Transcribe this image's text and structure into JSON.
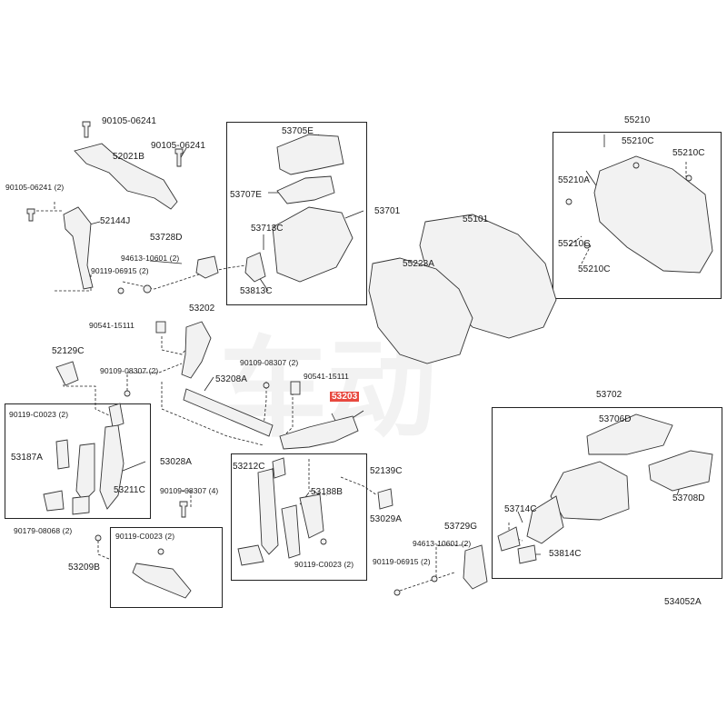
{
  "diagram_code": "534052A",
  "highlight_color": "#e8493f",
  "labels": {
    "l90105a": "90105-06241",
    "l90105b": "90105-06241",
    "l52021b": "52021B",
    "l90105c": "90105-06241 (2)",
    "l52144j": "52144J",
    "l53728d": "53728D",
    "l94613a": "94613-10601 (2)",
    "l90119a": "90119-06915 (2)",
    "l53705e": "53705E",
    "l53707e": "53707E",
    "l53713c": "53713C",
    "l53813c": "53813C",
    "l53701": "53701",
    "l55101": "55101",
    "l55223a": "55223A",
    "l55210": "55210",
    "l55210c1": "55210C",
    "l55210c2": "55210C",
    "l55210a": "55210A",
    "l55210c3": "55210C",
    "l55210c4": "55210C",
    "l53202": "53202",
    "l90541a": "90541-15111",
    "l52129c": "52129C",
    "l90109a": "90109-08307 (2)",
    "l90109b": "90109-08307 (2)",
    "l90541b": "90541-15111",
    "l53208a": "53208A",
    "l53203": "53203",
    "l90119c1": "90119-C0023 (2)",
    "l53187a": "53187A",
    "l53211c": "53211C",
    "l53028a": "53028A",
    "l53212c": "53212C",
    "l52139c": "52139C",
    "l53188b": "53188B",
    "l53029a": "53029A",
    "l90119c2": "90119-C0023 (2)",
    "l90109c": "90109-08307 (4)",
    "l90179": "90179-08068 (2)",
    "l90119c3": "90119-C0023 (2)",
    "l53209b": "53209B",
    "l53702": "53702",
    "l53706d": "53706D",
    "l53708d": "53708D",
    "l53714c": "53714C",
    "l53729g": "53729G",
    "l94613b": "94613-10601 (2)",
    "l90119b": "90119-06915 (2)",
    "l53814c": "53814C"
  }
}
